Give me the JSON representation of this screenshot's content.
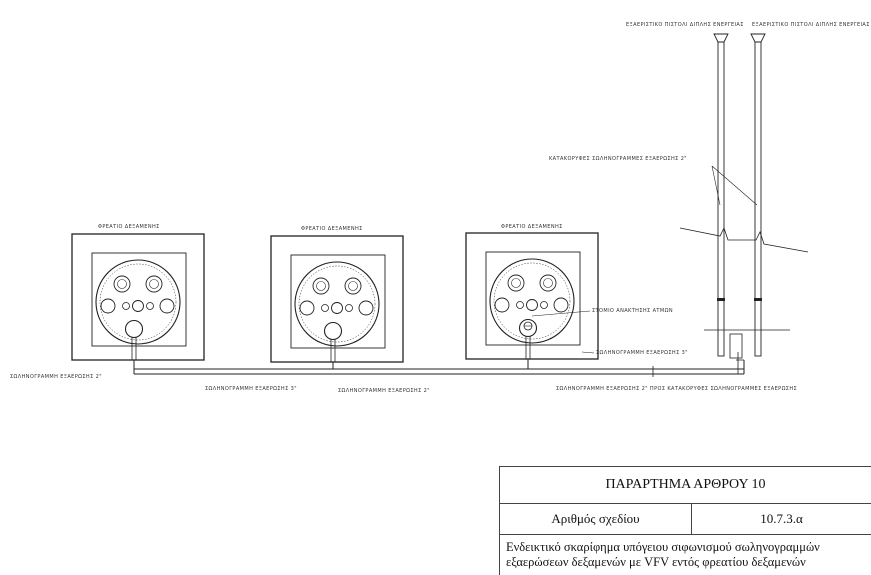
{
  "labels": {
    "well": "ΦΡΕΑΤΙΟ ΔΕΞΑΜΕΝΗΣ",
    "vent_pipe": "ΕΞΑΕΡΙΣΤΙΚΟ ΠΙΣΤΟΛΙ ΔΙΠΛΗΣ ΕΝΕΡΓΕΙΑΣ",
    "vertical_lines": "ΚΑΤΑΚΟΡΥΦΕΣ ΣΩΛΗΝΟΓΡΑΜΜΕΣ ΕΞΑΕΡΩΣΗΣ 2\"",
    "vapor_recovery": "ΣΤΟΜΙΟ ΑΝΑΚΤΗΣΗΣ ΑΤΜΩΝ",
    "vent_line_3": "ΣΩΛΗΝΟΓΡΑΜΜΗ ΕΞΑΕΡΩΣΗΣ 3\"",
    "vent_line_2": "ΣΩΛΗΝΟΓΡΑΜΜΗ ΕΞΑΕΡΩΣΗΣ 2\"",
    "vent_line_to_vertical": "ΣΩΛΗΝΟΓΡΑΜΜΗ ΕΞΑΕΡΩΣΗΣ 2\" ΠΡΟΣ ΚΑΤΑΚΟΡΥΦΕΣ ΣΩΛΗΝΟΓΡΑΜΜΕΣ ΕΞΑΕΡΩΣΗΣ"
  },
  "title_block": {
    "heading": "ΠΑΡΑΡΤΗΜΑ ΑΡΘΡΟΥ 10",
    "drawing_no_label": "Αριθμός σχεδίου",
    "drawing_no": "10.7.3.α",
    "description": "Ενδεικτικό σκαρίφημα υπόγειου σιφωνισμού σωληνογραμμών εξαερώσεων δεξαμενών με VFV εντός φρεατίου δεξαμενών"
  }
}
